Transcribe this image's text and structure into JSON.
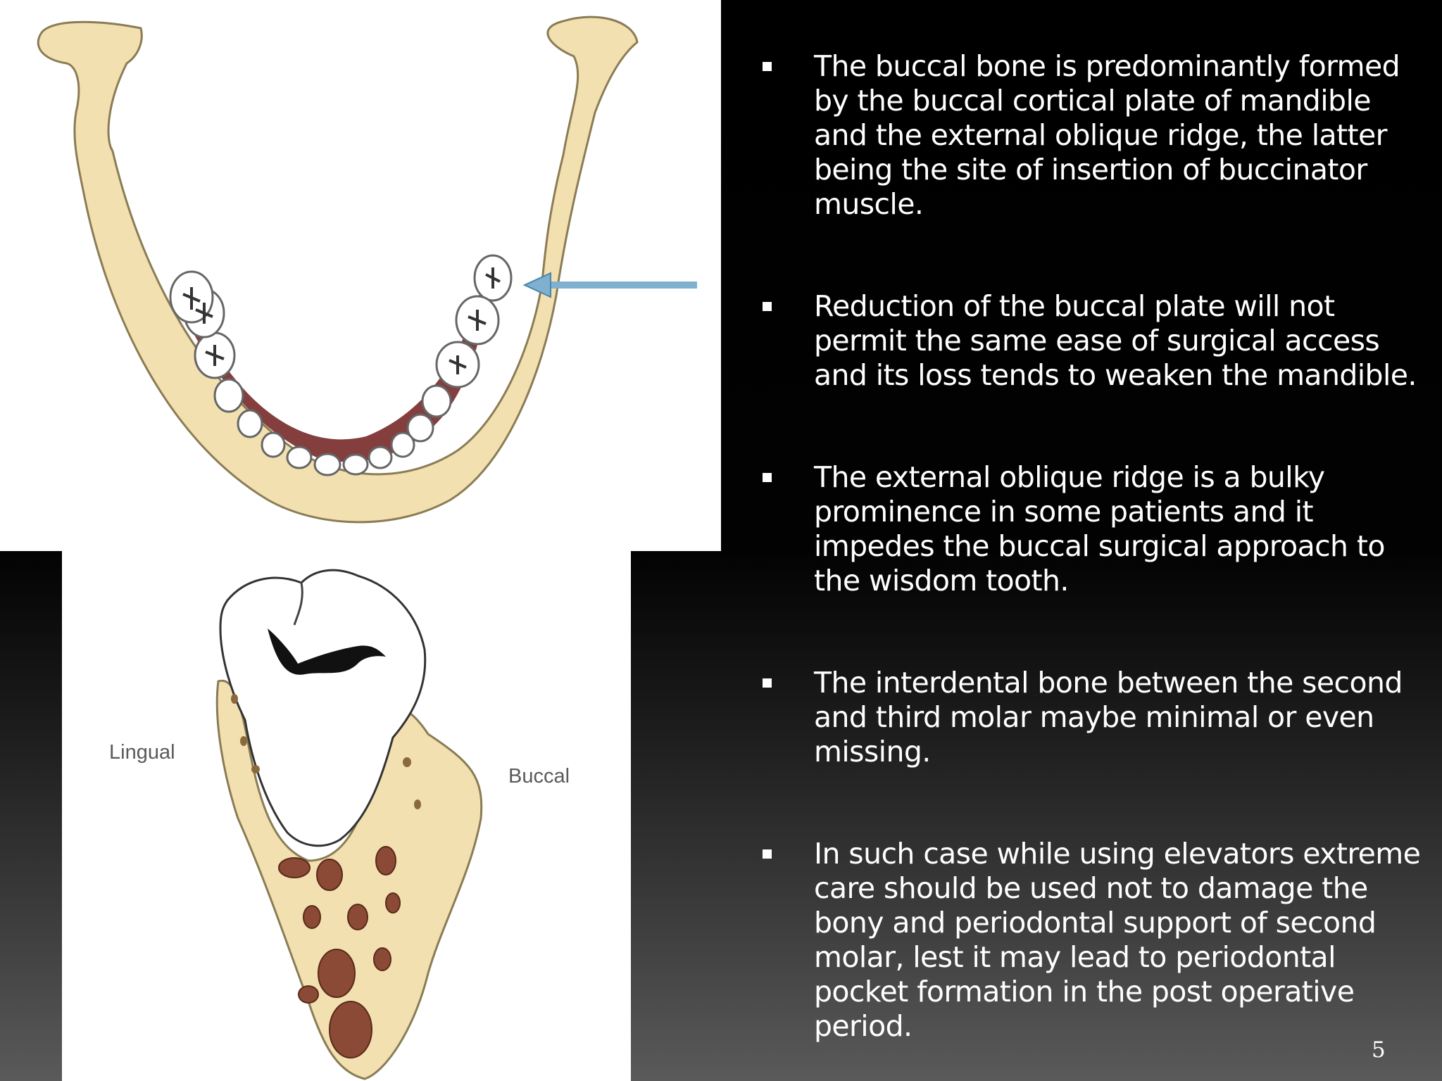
{
  "slide": {
    "page_number": "5",
    "figure_labels": {
      "lingual": "Lingual",
      "buccal": "Buccal"
    },
    "bullets": [
      {
        "text": "The buccal bone is predominantly formed by the buccal cortical plate of mandible and the external oblique ridge, the latter being the site of insertion of buccinator muscle."
      },
      {
        "text": "Reduction of the buccal plate will not permit the same ease of surgical access and its loss tends to weaken the mandible."
      },
      {
        "text": "The external oblique ridge is a bulky prominence in some patients and it impedes the buccal surgical approach to the wisdom tooth."
      },
      {
        "text": "The interdental bone between the second and third molar maybe minimal or even missing."
      },
      {
        "text": "In such case while using elevators extreme care should be used not to damage the bony and periodontal support of second molar, lest it may lead to periodontal pocket formation in the post operative period."
      }
    ]
  },
  "colors": {
    "bone": "#f3e3b5",
    "bone_outline": "#8a7c55",
    "gum": "#6e1c1c",
    "arrow": "#7fb0d0",
    "text": "#ffffff"
  }
}
